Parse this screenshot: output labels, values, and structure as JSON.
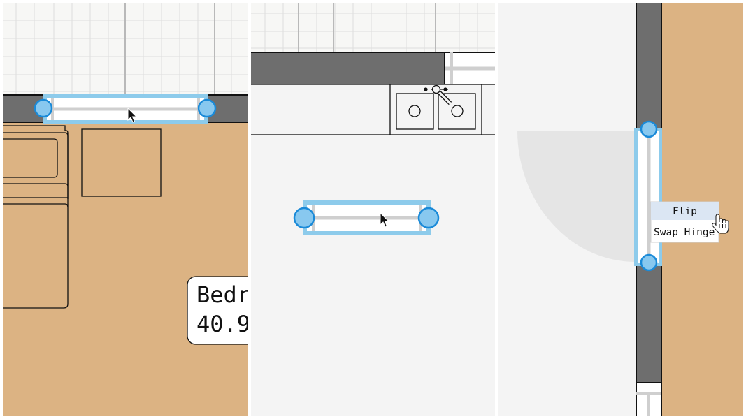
{
  "panels": [
    {
      "name": "window-placement-on-exterior-wall",
      "room_label": {
        "line1": "Bedr",
        "line2": "40.9"
      }
    },
    {
      "name": "window-dragged-into-kitchen"
    },
    {
      "name": "door-context-menu",
      "context_menu": {
        "items": [
          {
            "label": "Flip",
            "highlighted": true
          },
          {
            "label": "Swap Hinge",
            "highlighted": false
          }
        ]
      }
    }
  ],
  "colors": {
    "floor_wood": "#dcb383",
    "wall": "#6e6e6e",
    "grid_bg": "#f7f7f5",
    "grid_line": "#d9d9d9",
    "floor_tile": "#f3f3f3",
    "selection": "#8dcbeb",
    "handle_fill": "#88c8ef",
    "handle_stroke": "#1a8ad8",
    "menu_highlight": "#dbe6f3"
  },
  "icons": [
    "cursor-arrow-icon",
    "hand-pointer-icon",
    "faucet-icon"
  ]
}
